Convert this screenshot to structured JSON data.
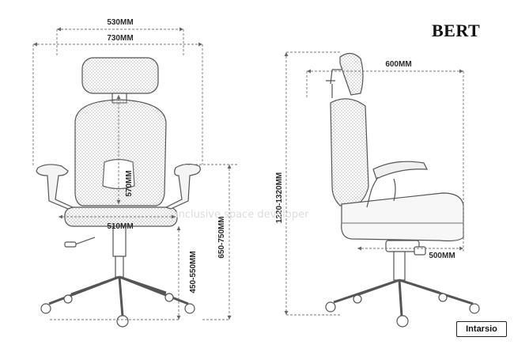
{
  "title": "BERT",
  "logo": "Intarsio",
  "watermark": "inclusive space developer",
  "front_view": {
    "dims": {
      "top_width": "530MM",
      "overall_width": "730MM",
      "backrest_height": "570MM",
      "seat_width": "510MM",
      "seat_height": "450-550MM",
      "armrest_height": "650-750MM"
    }
  },
  "side_view": {
    "dims": {
      "depth": "600MM",
      "total_height": "1220-1320MM",
      "seat_depth": "500MM"
    }
  },
  "colors": {
    "line": "#555555",
    "dim": "#666666",
    "mesh": "#b8b8b8"
  }
}
